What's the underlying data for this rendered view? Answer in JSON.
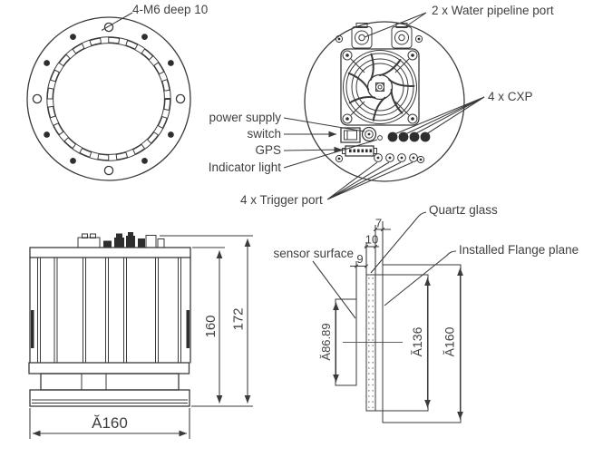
{
  "colors": {
    "line": "#3a3a3a",
    "text": "#3f3f3f",
    "centerline": "#9b4a4a",
    "background": "#ffffff"
  },
  "front_view": {
    "bolt_label": "4-M6 deep 10"
  },
  "back_view": {
    "water_port_label": "2 x Water pipeline port",
    "cxp_label": "4 x CXP",
    "power_supply_label": "power supply",
    "switch_label": "switch",
    "gps_label": "GPS",
    "indicator_label": "Indicator light",
    "trigger_label": "4 x Trigger port"
  },
  "side_view": {
    "body_height": "160",
    "total_height": "172",
    "outer_diameter": "Ă160"
  },
  "section_view": {
    "sensor_label": "sensor surface",
    "quartz_label": "Quartz glass",
    "flange_label": "Installed Flange plane",
    "glass_to_flange": "7",
    "glass_thickness": "10",
    "sensor_to_glass": "9",
    "sensor_diameter": "Ă86.89",
    "inner_diameter": "Ă136",
    "flange_diameter": "Ă160"
  }
}
